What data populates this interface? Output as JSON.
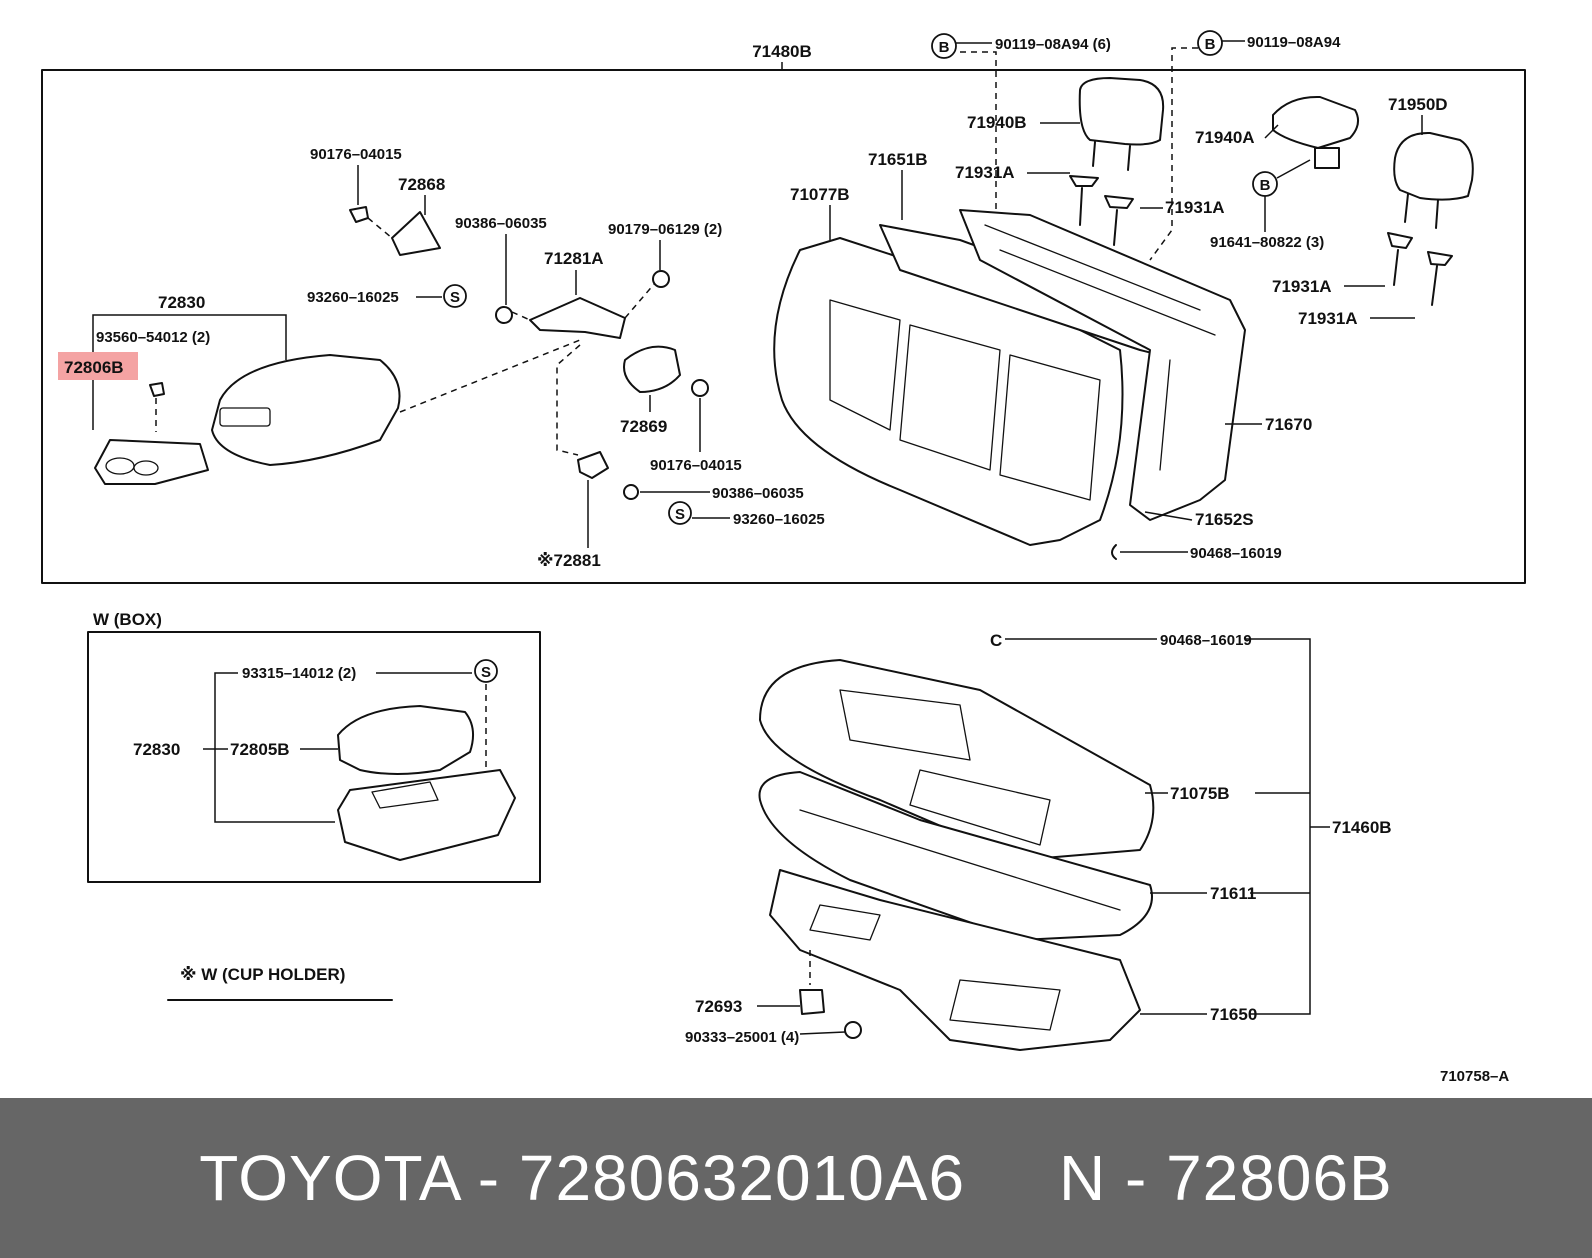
{
  "diagram": {
    "top_panel": {
      "title": "71480B",
      "labels": {
        "p90119_08A94_6": "90119–08A94 (6)",
        "p90119_08A94": "90119–08A94",
        "p71940B": "71940B",
        "p71940A": "71940A",
        "p71950D": "71950D",
        "p71651B": "71651B",
        "p71077B": "71077B",
        "p71931A_1": "71931A",
        "p71931A_2": "71931A",
        "p71931A_3": "71931A",
        "p71931A_4": "71931A",
        "p91641_80822_3": "91641–80822 (3)",
        "p71670": "71670",
        "p71652S": "71652S",
        "p90468_16019_top": "90468–16019",
        "p90176_04015_a": "90176–04015",
        "p72868": "72868",
        "p90386_06035_a": "90386–06035",
        "p90179_06129_2": "90179–06129 (2)",
        "p71281A": "71281A",
        "p93260_16025_a": "93260–16025",
        "p72830": "72830",
        "p93560_54012_2": "93560–54012 (2)",
        "p72806B": "72806B",
        "p72869": "72869",
        "p90176_04015_b": "90176–04015",
        "p90386_06035_b": "90386–06035",
        "p93260_16025_b": "93260–16025",
        "p72881": "※72881"
      },
      "circle_marks": {
        "B": "B",
        "S": "S"
      }
    },
    "box_panel": {
      "title": "W (BOX)",
      "labels": {
        "p93315_14012_2": "93315–14012 (2)",
        "p72830": "72830",
        "p72805B": "72805B"
      }
    },
    "cup_holder_note": "※ W (CUP  HOLDER)",
    "bottom_right": {
      "labels": {
        "p90468_16019": "90468–16019",
        "p71075B": "71075B",
        "p71460B": "71460B",
        "p71611": "71611",
        "p72693": "72693",
        "p90333_25001_4": "90333–25001 (4)",
        "p71650": "71650"
      },
      "c_mark": "C"
    },
    "figure_id": "710758–A",
    "highlight": {
      "part": "72806B",
      "color": "#f4a3a3"
    }
  },
  "footer": {
    "text": "TOYOTA - 7280632010A6     N - 72806B",
    "background": "#666666",
    "color": "#ffffff"
  }
}
